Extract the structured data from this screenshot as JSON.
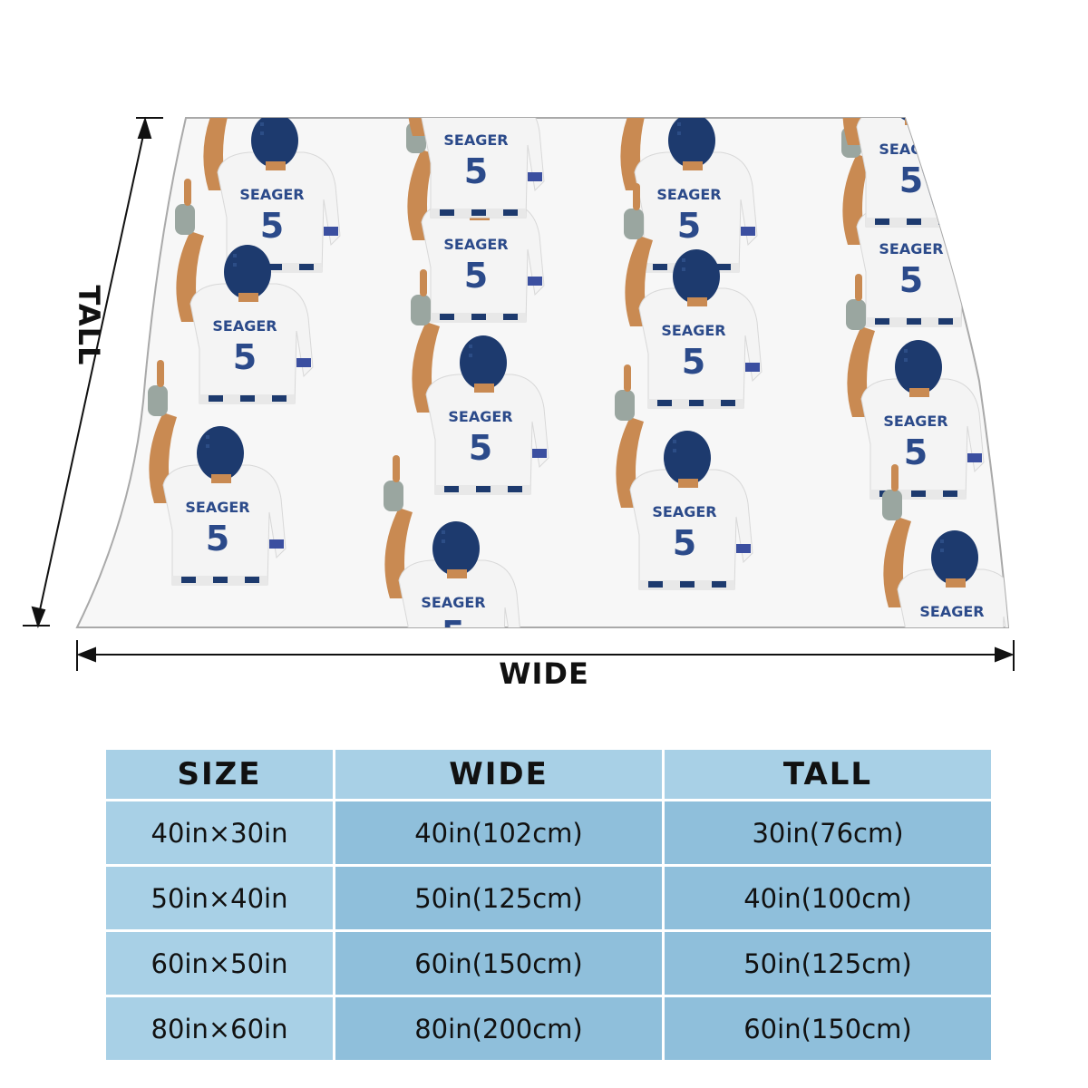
{
  "dimensions": {
    "wide_label": "WIDE",
    "tall_label": "TALL"
  },
  "blanket": {
    "print_name": "SEAGER",
    "print_number": "5",
    "colors": {
      "cap": "#1d3a6e",
      "jersey": "#f4f4f4",
      "lettering": "#2b4a8a",
      "skin": "#c98a52",
      "glove": "#9aa6a0",
      "fabric": "#f7f7f7",
      "edge": "#a9a9a9"
    }
  },
  "size_table": {
    "headers": [
      "SIZE",
      "WIDE",
      "TALL"
    ],
    "rows": [
      [
        "40in×30in",
        "40in(102cm)",
        "30in(76cm)"
      ],
      [
        "50in×40in",
        "50in(125cm)",
        "40in(100cm)"
      ],
      [
        "60in×50in",
        "60in(150cm)",
        "50in(125cm)"
      ],
      [
        "80in×60in",
        "80in(200cm)",
        "60in(150cm)"
      ]
    ],
    "colors": {
      "header": "#a8d0e6",
      "cell_light": "#a8d0e6",
      "cell_dark": "#8fbfdb"
    }
  }
}
